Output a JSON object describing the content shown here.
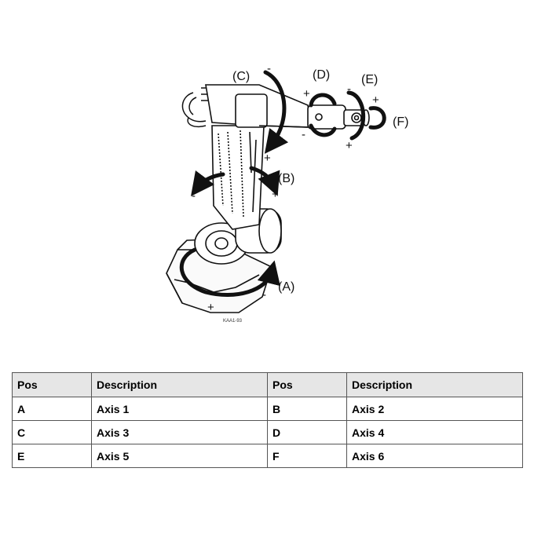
{
  "figure": {
    "labels": {
      "A": "(A)",
      "B": "(B)",
      "C": "(C)",
      "D": "(D)",
      "E": "(E)",
      "F": "(F)"
    },
    "plus": "+",
    "minus": "-",
    "code": "KAA1-93"
  },
  "table": {
    "headers": [
      "Pos",
      "Description",
      "Pos",
      "Description"
    ],
    "rows": [
      [
        "A",
        "Axis 1",
        "B",
        "Axis 2"
      ],
      [
        "C",
        "Axis 3",
        "D",
        "Axis 4"
      ],
      [
        "E",
        "Axis 5",
        "F",
        "Axis 6"
      ]
    ]
  }
}
